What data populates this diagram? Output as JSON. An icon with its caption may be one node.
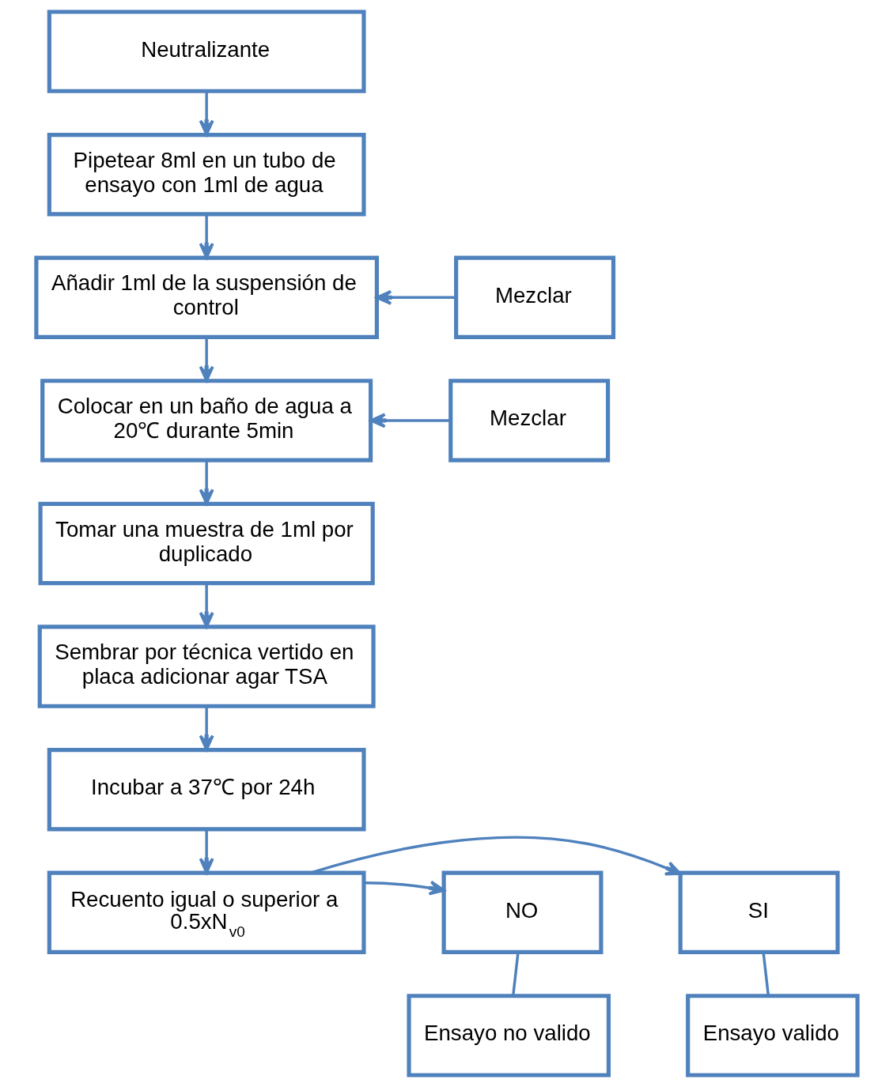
{
  "diagram": {
    "nodes": [
      {
        "text": [
          "Neutralizante"
        ]
      },
      {
        "text": [
          "Pipetear 8ml en un tubo de ensayo con 1ml de agua"
        ]
      },
      {
        "text": [
          "Añadir 1ml de la suspensión de control"
        ]
      },
      {
        "text": [
          "Colocar en un baño de agua a 20℃ durante 5min"
        ]
      },
      {
        "text": [
          "Tomar una muestra de 1ml por duplicado"
        ]
      },
      {
        "text": [
          "Sembrar por técnica vertido en placa adicionar agar TSA"
        ]
      },
      {
        "text": [
          "Incubar a 37℃ por 24h"
        ]
      },
      {
        "text": [
          "Recuento igual o superior a 0.5xN$_{v0}$"
        ]
      },
      {
        "text": [
          "Mezclar"
        ]
      },
      {
        "text": [
          "Mezclar"
        ]
      },
      {
        "text": [
          "SI"
        ]
      },
      {
        "text": [
          "NO"
        ]
      },
      {
        "text": [
          "Ensayo valido"
        ]
      },
      {
        "text": [
          "Ensayo no valido"
        ]
      }
    ],
    "edges": [
      {
        "from": 0,
        "to": 1,
        "arrow": "to"
      },
      {
        "from": 1,
        "to": 2,
        "arrow": "to"
      },
      {
        "from": 8,
        "to": 2,
        "arrow": "to"
      },
      {
        "from": 2,
        "to": 3,
        "arrow": "to"
      },
      {
        "from": 9,
        "to": 3,
        "arrow": "to"
      },
      {
        "from": 3,
        "to": 4,
        "arrow": "to"
      },
      {
        "from": 4,
        "to": 5,
        "arrow": "to"
      },
      {
        "from": 5,
        "to": 6,
        "arrow": "to"
      },
      {
        "from": 6,
        "to": 7,
        "arrow": "to"
      },
      {
        "from": 7,
        "to": 10,
        "arrow": "to"
      },
      {
        "from": 7,
        "to": 11,
        "arrow": "to"
      },
      {
        "from": 10,
        "to": 12,
        "arrow": "none"
      },
      {
        "from": 11,
        "to": 13,
        "arrow": "none"
      }
    ]
  }
}
